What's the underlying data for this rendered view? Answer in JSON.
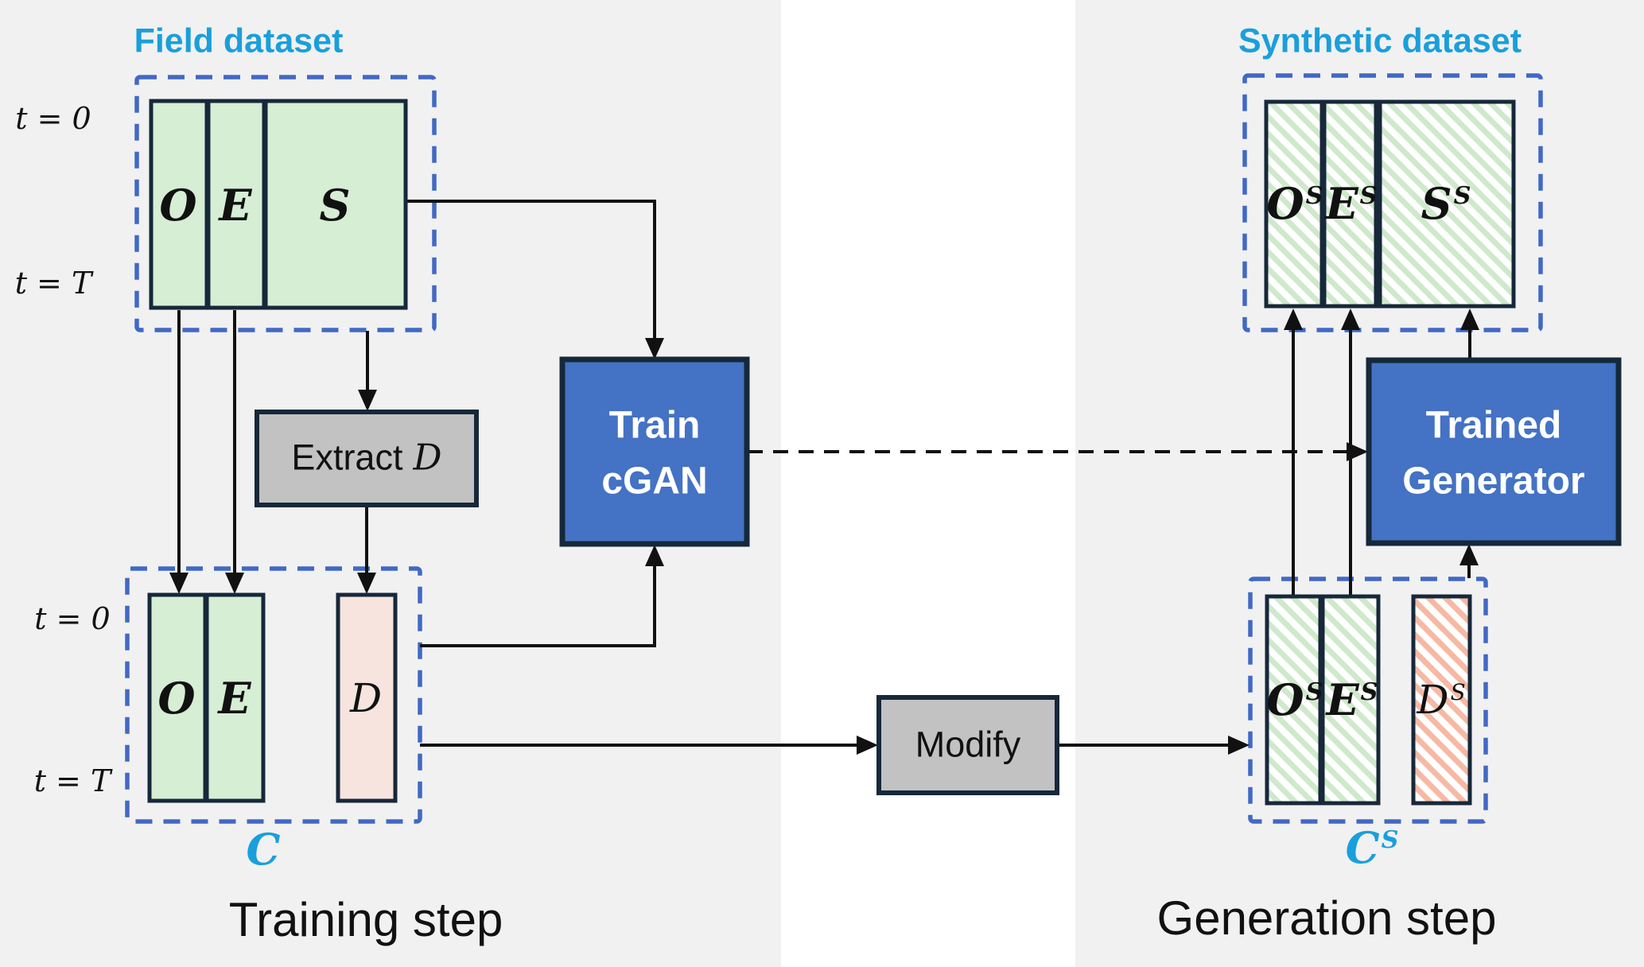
{
  "palette": {
    "panel_bg": "#f1f1f2",
    "center_gap_bg": "#ffffff",
    "accent_blue": "#4472c4",
    "dashed_border_blue": "#4169c4",
    "cyan_label": "#1a9fdb",
    "green_fill": "#d6eed4",
    "pink_fill": "#f7e4de",
    "hatch_green": "#cfe9cb",
    "hatch_salmon": "#f6b9a3",
    "gray_box_fill": "#c2c2c2",
    "dark_border": "#16283a",
    "line_black": "#111111"
  },
  "training": {
    "step_label": "Training step",
    "field_dataset": {
      "title": "Field dataset",
      "t_top": "t = 0",
      "t_bottom": "t = T",
      "columns": [
        {
          "base": "O",
          "sup": ""
        },
        {
          "base": "E",
          "sup": ""
        },
        {
          "base": "S",
          "sup": ""
        }
      ]
    },
    "extract_box": {
      "prefix": "Extract",
      "variable": "D"
    },
    "train_cgan": {
      "line1": "Train",
      "line2": "cGAN"
    },
    "condition_set": {
      "label_base": "C",
      "label_sup": "",
      "t_top": "t = 0",
      "t_bottom": "t = T",
      "columns": [
        {
          "base": "O",
          "sup": ""
        },
        {
          "base": "E",
          "sup": ""
        }
      ],
      "d_column": {
        "base": "D",
        "sup": ""
      }
    }
  },
  "generation": {
    "step_label": "Generation step",
    "synthetic_dataset": {
      "title": "Synthetic dataset",
      "columns": [
        {
          "base": "O",
          "sup": "S"
        },
        {
          "base": "E",
          "sup": "S"
        },
        {
          "base": "S",
          "sup": "S"
        }
      ]
    },
    "modify_box": {
      "label": "Modify"
    },
    "trained_generator": {
      "line1": "Trained",
      "line2": "Generator"
    },
    "condition_set": {
      "label_base": "C",
      "label_sup": "S",
      "columns": [
        {
          "base": "O",
          "sup": "S"
        },
        {
          "base": "E",
          "sup": "S"
        }
      ],
      "d_column": {
        "base": "D",
        "sup": "S"
      }
    }
  }
}
